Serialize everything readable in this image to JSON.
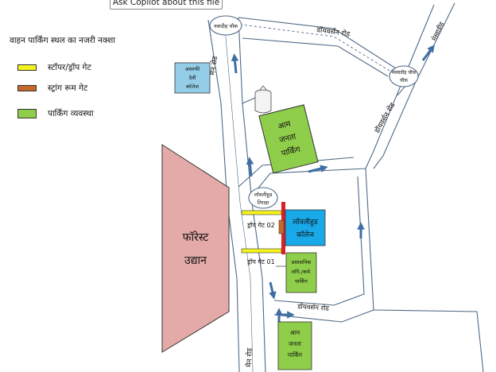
{
  "toolbar": {
    "copilot_button": "Ask Copilot about this file"
  },
  "legend": {
    "title": "वाहन पार्किंग स्थल का नजरी नक्शा",
    "items": [
      {
        "label": "स्टॉपर/ड्रॉप गेट",
        "color": "#f4f41c"
      },
      {
        "label": "स्ट्रांग रूम गेट",
        "color": "#c8692a"
      },
      {
        "label": "पार्किंग व्यवस्था",
        "color": "#8fce4a"
      }
    ]
  },
  "map": {
    "junction_top": "नवादीह चौक",
    "junction_right": "मेस्वाडीह चौक",
    "junction_mid_1": "लॉवलीहुड",
    "junction_mid_2": "तिराहा",
    "road_top": "डॉयवर्सन रोड",
    "road_right_diag": "डॉयवर्सन रोड",
    "road_bottom": "डॉयवर्सन रोड",
    "road_far_right": "मेस्वाडीह",
    "main_road_top": "मेन रोड",
    "main_road_bottom": "मेन रोड",
    "college_box_1": "असरफी",
    "college_box_2": "देवी",
    "college_box_3": "कॉलेज",
    "parking_1_1": "आम",
    "parking_1_2": "जनता",
    "parking_1_3": "पार्किंग",
    "parking_2_1": "आम",
    "parking_2_2": "जनता",
    "parking_2_3": "पार्किंग",
    "forest_1": "फॉरेस्ट",
    "forest_2": "उद्यान",
    "college_1": "लॉवलीहुड",
    "college_2": "कॉलेज",
    "drop_gate_2": "ड्रॉप गेट 02",
    "drop_gate_1": "ड्रॉप गेट 01",
    "admin_1": "प्रशासनिक",
    "admin_2": "अधि./कर्म.",
    "admin_3": "पार्किंग"
  },
  "colors": {
    "road": "#4f6a86",
    "arrow": "#3e6ea3",
    "parking": "#8fce4a",
    "forest": "#e4aaa8",
    "college": "#19a9e8",
    "asharfi": "#93cde8",
    "gate": "#f4f41c",
    "strongroom": "#c8692a",
    "redbar": "#d8202a"
  }
}
